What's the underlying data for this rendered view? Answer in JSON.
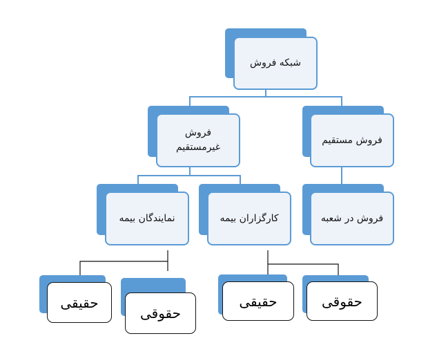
{
  "diagram": {
    "root": {
      "label": "شبکه فروش"
    },
    "indirect_sales": {
      "label": "فروش غیرمستقیم"
    },
    "direct_sales": {
      "label": "فروش مستقیم"
    },
    "insurance_agents": {
      "label": "نمایندگان بیمه"
    },
    "insurance_brokers": {
      "label": "کارگزاران بیمه"
    },
    "branch_sales": {
      "label": "فروش در شعبه"
    },
    "agents_natural": {
      "label": "حقیقی"
    },
    "agents_legal": {
      "label": "حقوقی"
    },
    "brokers_natural": {
      "label": "حقیقی"
    },
    "brokers_legal": {
      "label": "حقوقی"
    }
  },
  "colors": {
    "accent": "#5b9bd5",
    "box_fill": "#eef3fa",
    "leaf_border": "#111111"
  }
}
